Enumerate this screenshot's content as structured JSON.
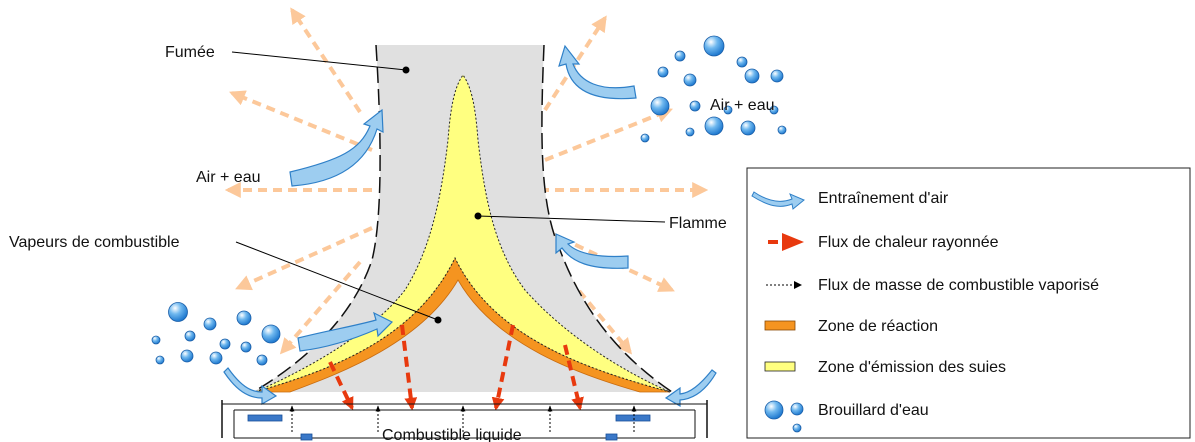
{
  "labels": {
    "smoke": "Fumée",
    "air_water_left": "Air + eau",
    "air_water_right": "Air + eau",
    "fuel_vapors": "Vapeurs de combustible",
    "flame": "Flamme",
    "liquid_fuel": "Combustible liquide"
  },
  "legend": {
    "items": [
      {
        "label": "Entraînement d'air",
        "icon": "air-entrainment-arrow-icon"
      },
      {
        "label": "Flux de chaleur rayonnée",
        "icon": "radiated-heat-arrow-icon"
      },
      {
        "label": "Flux de masse de combustible vaporisé",
        "icon": "fuel-mass-flux-arrow-icon"
      },
      {
        "label": "Zone de réaction",
        "icon": "reaction-zone-swatch-icon"
      },
      {
        "label": "Zone d'émission des suies",
        "icon": "soot-emission-swatch-icon"
      },
      {
        "label": "Brouillard d'eau",
        "icon": "water-mist-droplets-icon"
      }
    ]
  },
  "colors": {
    "smoke": "#e0e0e0",
    "soot_zone": "#ffff80",
    "reaction_zone": "#f59420",
    "radiated_heat": "#e8390e",
    "heat_rays": "#fcc89a",
    "air_arrow": "#9dcdf0",
    "droplet": "#2a8be0",
    "panel_blue": "#3a78c8"
  }
}
